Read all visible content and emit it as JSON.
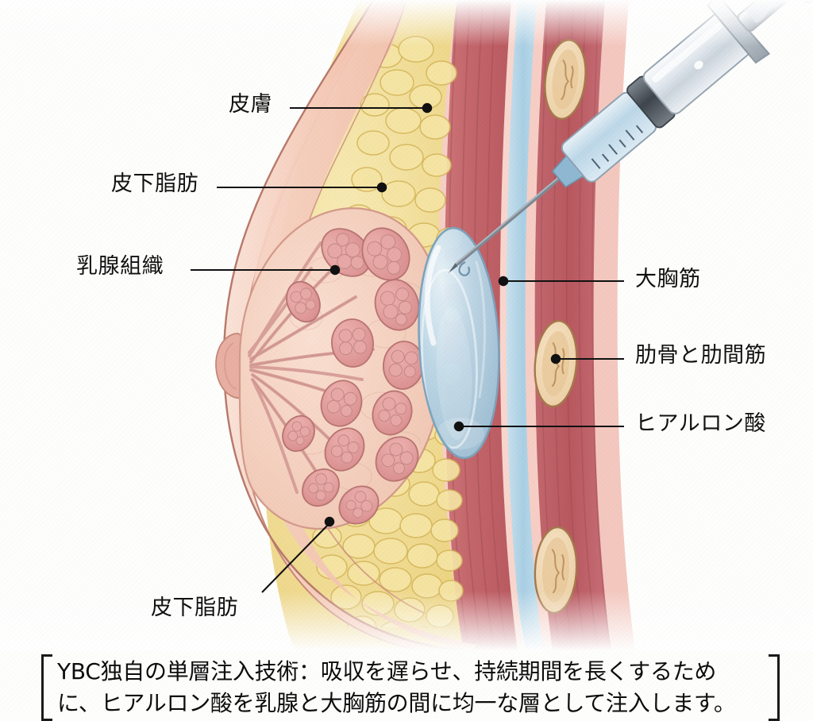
{
  "figure": {
    "title": "breast cross-section with hyaluronic acid injection",
    "background_color": "#fefefd"
  },
  "labels": {
    "skin": "皮膚",
    "subcutaneous_fat_top": "皮下脂肪",
    "mammary_gland": "乳腺組織",
    "subcutaneous_fat_bottom": "皮下脂肪",
    "pectoralis_major": "大胸筋",
    "ribs_and_intercostal": "肋骨と肋間筋",
    "hyaluronic_acid": "ヒアルロン酸"
  },
  "caption": {
    "line1": "YBC独自の単層注入技術：吸収を遅らせ、持続期間を長くするため",
    "line2": "に、ヒアルロン酸を乳腺と大胸筋の間に均一な層として注入します。",
    "bracket_left": "[",
    "bracket_right": "]"
  },
  "colors": {
    "skin": "#f6c6b0",
    "skin_deep": "#eda894",
    "fat": "#f2dd92",
    "fat_outline": "#d9bc62",
    "gland_tissue": "#f2c6b4",
    "lobule": "#e09a9a",
    "duct": "#dfa0a0",
    "muscle": "#c9656a",
    "muscle_dark": "#b4545c",
    "fascia": "#f3bdb4",
    "bone": "#f0d5ac",
    "bone_outline": "#a5794c",
    "hyaluronic_acid": "#a8cbe0",
    "hyaluronic_acid_light": "#d7e8f2",
    "syringe_barrel": "#e4e9ee",
    "syringe_metal": "#b6bfc8",
    "needle": "#6f7b86",
    "leader_line": "#111111",
    "text": "#111111"
  }
}
